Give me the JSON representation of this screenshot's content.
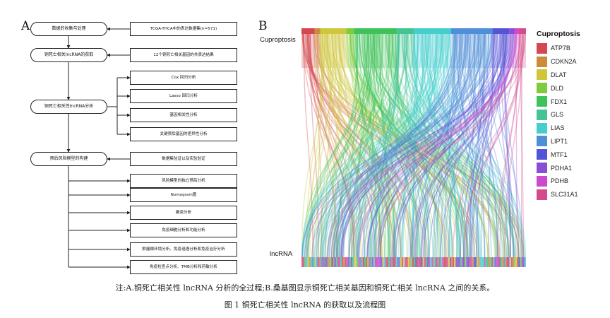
{
  "panel_a": {
    "letter": "A",
    "left_nodes": [
      {
        "id": "collect",
        "label": "数据的收集与处理"
      },
      {
        "id": "acquire",
        "label": "铜死亡相关lncRNA的获取"
      },
      {
        "id": "analysis",
        "label": "铜死亡相关性lncRNA分析"
      },
      {
        "id": "model",
        "label": "预后风险模型的构建"
      }
    ],
    "right_nodes": [
      {
        "id": "tcga",
        "label": "TCGA-THCA中的表达数据集(n=571)"
      },
      {
        "id": "genes12",
        "label": "12个铜死亡相关基因的共表达结果"
      },
      {
        "id": "cox",
        "label": "Cox 回归分析"
      },
      {
        "id": "lasso",
        "label": "Lasso 回归分析"
      },
      {
        "id": "corr",
        "label": "基因相关性分析"
      },
      {
        "id": "diff",
        "label": "关键预后基因的差异性分析"
      },
      {
        "id": "validate",
        "label": "数据集验证以及实验验证"
      },
      {
        "id": "indep",
        "label": "风险模型的独立预后分析"
      },
      {
        "id": "nomo",
        "label": "Nomogram图"
      },
      {
        "id": "cluster",
        "label": "聚类分析"
      },
      {
        "id": "immune",
        "label": "免疫细胞分析和功能分析"
      },
      {
        "id": "tme",
        "label": "肿瘤微环境分析、免疫逃逸分析和免疫治疗分析"
      },
      {
        "id": "checkpoint",
        "label": "免疫检查点分析、TMB分析和药敏分析"
      }
    ]
  },
  "panel_b": {
    "letter": "B",
    "top_label": "Cuproptosis",
    "bottom_label": "lncRNA",
    "legend_title": "Cuproptosis",
    "genes": [
      {
        "name": "ATP7B",
        "color": "#d5474e",
        "share": 7
      },
      {
        "name": "CDKN2A",
        "color": "#cd8a3d",
        "share": 3
      },
      {
        "name": "DLAT",
        "color": "#cfc63b",
        "share": 14
      },
      {
        "name": "DLD",
        "color": "#7ecb3c",
        "share": 4
      },
      {
        "name": "FDX1",
        "color": "#3fc25a",
        "share": 23
      },
      {
        "name": "GLS",
        "color": "#43c494",
        "share": 9
      },
      {
        "name": "LIAS",
        "color": "#45cece",
        "share": 20
      },
      {
        "name": "LIPT1",
        "color": "#4f8fd8",
        "share": 22
      },
      {
        "name": "MTF1",
        "color": "#5553d6",
        "share": 9
      },
      {
        "name": "PDHA1",
        "color": "#8a4ed6",
        "share": 3
      },
      {
        "name": "PDHB",
        "color": "#cc48cc",
        "share": 2
      },
      {
        "name": "SLC31A1",
        "color": "#d44a8a",
        "share": 4
      }
    ]
  },
  "captions": {
    "note": "注:A.铜死亡相关性 lncRNA 分析的全过程;B.桑基图显示铜死亡相关基因和铜死亡相关 lncRNA 之间的关系。",
    "figure": "图 1 铜死亡相关性 lncRNA 的获取以及流程图"
  }
}
